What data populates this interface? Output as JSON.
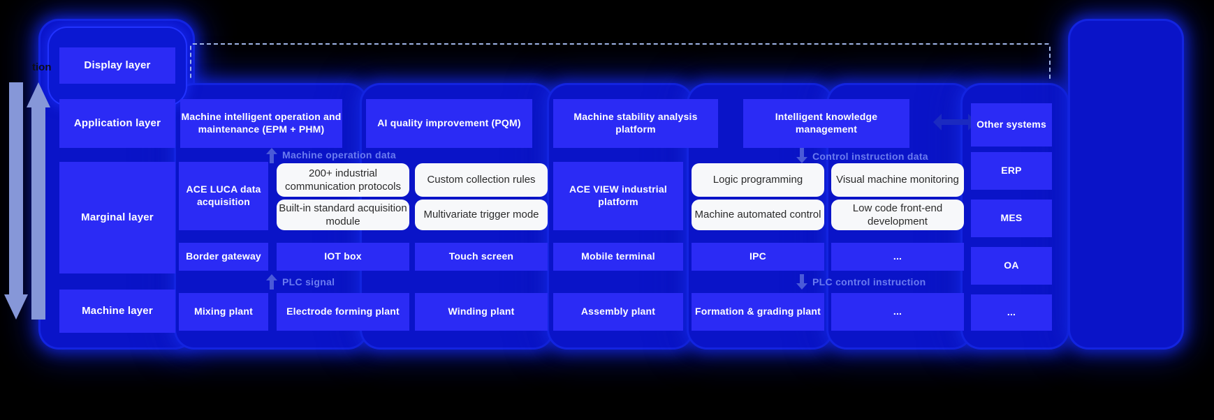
{
  "diagram": {
    "title": "Industrial platform layered architecture",
    "colors": {
      "cell_blue": "#2b2bf5",
      "shell_blue": "#0a14c8",
      "pill_white": "#f7f8fa",
      "flow_label": "#6b7cf0",
      "arrow_gray_blue": "#8697d8"
    },
    "cropped_left_text": "tion"
  },
  "layers": {
    "display": {
      "label": "Display layer"
    },
    "application": {
      "label": "Application layer"
    },
    "marginal": {
      "label": "Marginal layer"
    },
    "machine": {
      "label": "Machine layer"
    }
  },
  "application_row": [
    {
      "label": "Machine intelligent operation and maintenance (EPM + PHM)"
    },
    {
      "label": "AI quality improvement (PQM)"
    },
    {
      "label": "Machine stability analysis platform"
    },
    {
      "label": "Intelligent knowledge management"
    }
  ],
  "marginal_row": {
    "left_platform": {
      "label": "ACE LUCA data acquisition"
    },
    "left_pills": [
      {
        "label": "200+ industrial communication protocols"
      },
      {
        "label": "Custom collection rules"
      },
      {
        "label": "Built-in standard acquisition module"
      },
      {
        "label": "Multivariate trigger mode"
      }
    ],
    "right_platform": {
      "label": "ACE VIEW industrial platform"
    },
    "right_pills": [
      {
        "label": "Logic programming"
      },
      {
        "label": "Visual machine monitoring"
      },
      {
        "label": "Machine automated control"
      },
      {
        "label": "Low code front-end development"
      }
    ]
  },
  "device_row": [
    {
      "label": "Border gateway"
    },
    {
      "label": "IOT box"
    },
    {
      "label": "Touch screen"
    },
    {
      "label": "Mobile terminal"
    },
    {
      "label": "IPC"
    },
    {
      "label": "..."
    }
  ],
  "machine_row": [
    {
      "label": "Mixing plant"
    },
    {
      "label": "Electrode forming plant"
    },
    {
      "label": "Winding plant"
    },
    {
      "label": "Assembly plant"
    },
    {
      "label": "Formation & grading plant"
    },
    {
      "label": "..."
    }
  ],
  "right_column": [
    {
      "label": "Other systems"
    },
    {
      "label": "ERP"
    },
    {
      "label": "MES"
    },
    {
      "label": "OA"
    },
    {
      "label": "..."
    }
  ],
  "flow_labels": {
    "machine_operation_data": "Machine operation data",
    "control_instruction_data": "Control instruction data",
    "plc_signal": "PLC signal",
    "plc_control_instruction": "PLC control instruction"
  }
}
